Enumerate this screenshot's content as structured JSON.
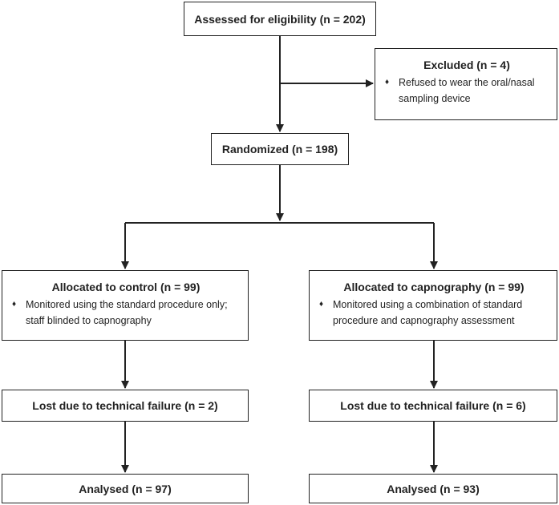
{
  "flowchart": {
    "assessed": "Assessed for eligibility (n = 202)",
    "excluded": {
      "title": "Excluded (n = 4)",
      "bullet": "♦",
      "line1": "Refused to wear the oral/nasal",
      "line2": "sampling device"
    },
    "randomized": "Randomized (n = 198)",
    "control": {
      "title": "Allocated to control (n = 99)",
      "bullet": "♦",
      "line1": "Monitored using the standard procedure only;",
      "line2": "staff blinded to capnography"
    },
    "capnography": {
      "title": "Allocated to capnography (n = 99)",
      "bullet": "♦",
      "line1": "Monitored using a combination of standard",
      "line2": "procedure and capnography assessment"
    },
    "lost_control": "Lost due to technical failure (n = 2)",
    "lost_capno": "Lost due to technical failure (n = 6)",
    "analysed_control": "Analysed (n = 97)",
    "analysed_capno": "Analysed (n = 93)"
  }
}
